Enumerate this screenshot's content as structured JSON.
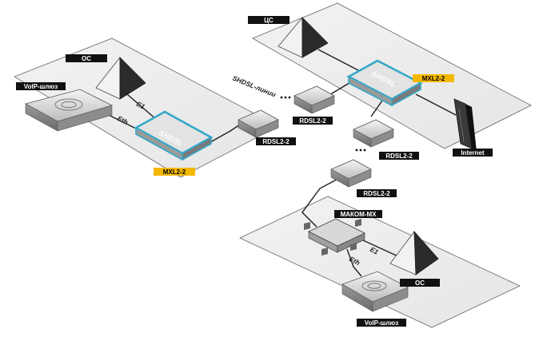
{
  "labels": {
    "oc_left": "ОС",
    "voip_left": "VoIP-шлюз",
    "e1_left": "E1",
    "eth_left": "Eth",
    "mxl_left": "MXL2-2",
    "shdsl_lines": "SHDSL-линии",
    "rdsl_center": "RDSL2-2",
    "cs_top": "ЦС",
    "mxl_right": "MXL2-2",
    "rdsl_right_top": "RDSL2-2",
    "rdsl_right_mid": "RDSL2-2",
    "internet": "Internet",
    "rdsl_bottom": "RDSL2-2",
    "makom": "МАКОМ-МХ",
    "e1_bottom": "E1",
    "eth_bottom": "Eth",
    "oc_bottom": "ОС",
    "voip_bottom": "VoIP-шлюз",
    "device_face": "SHDSL"
  },
  "colors": {
    "label_bg": "#111111",
    "highlight_bg": "#f5b800",
    "device_accent": "#35a8c8"
  }
}
